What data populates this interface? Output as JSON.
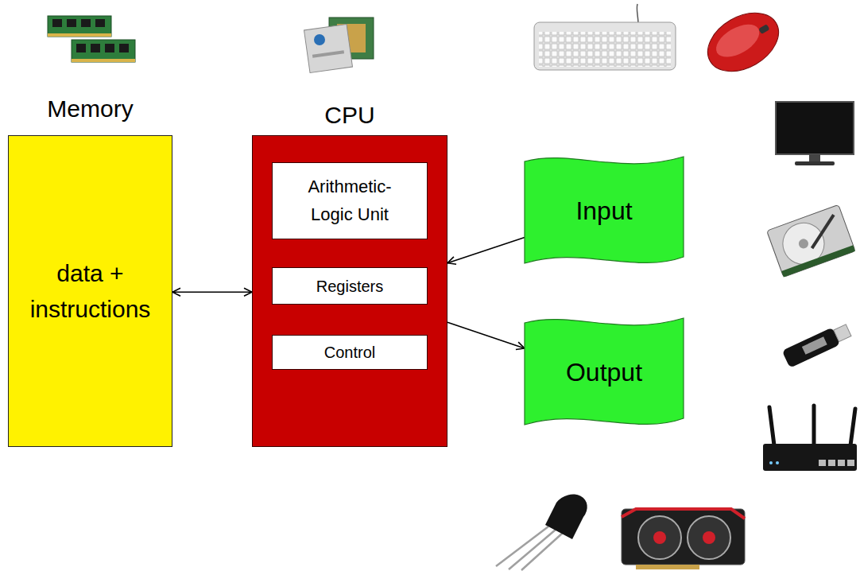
{
  "diagram": {
    "nodes": [
      {
        "text": [
          "Memory",
          "data + instructions"
        ]
      },
      {
        "text": [
          "CPU"
        ]
      },
      {
        "text": [
          "Arithmetic- Logic Unit"
        ],
        "in": 1
      },
      {
        "text": [
          "Registers"
        ],
        "in": 1
      },
      {
        "text": [
          "Control"
        ],
        "in": 1
      },
      {
        "text": [
          "Input"
        ]
      },
      {
        "text": [
          "Output"
        ]
      }
    ],
    "edges": [
      {
        "from": 0,
        "to": 1,
        "arrow": "both"
      },
      {
        "from": 5,
        "to": 1,
        "arrow": "to"
      },
      {
        "from": 1,
        "to": 6,
        "arrow": "to"
      }
    ]
  }
}
